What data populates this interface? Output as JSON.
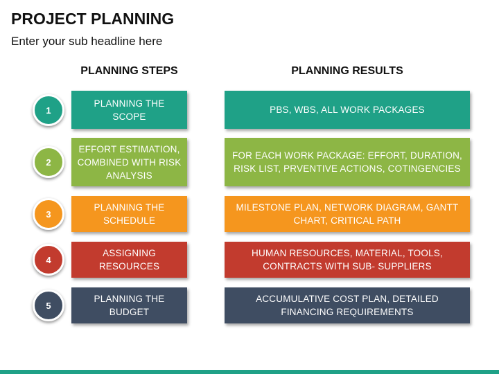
{
  "header": {
    "title": "PROJECT PLANNING",
    "subtitle": "Enter your sub headline here"
  },
  "columns": {
    "steps_heading": "PLANNING STEPS",
    "results_heading": "PLANNING RESULTS"
  },
  "rows": [
    {
      "number": "1",
      "step": "PLANNING THE SCOPE",
      "result": "PBS, WBS, ALL WORK PACKAGES",
      "color": "#1fa187"
    },
    {
      "number": "2",
      "step": "EFFORT ESTIMATION, COMBINED WITH RISK ANALYSIS",
      "result": "FOR EACH WORK PACKAGE: EFFORT, DURATION, RISK LIST, PRVENTIVE ACTIONS, COTINGENCIES",
      "color": "#8db645"
    },
    {
      "number": "3",
      "step": "PLANNING THE SCHEDULE",
      "result": "MILESTONE PLAN, NETWORK DIAGRAM, GANTT CHART, CRITICAL PATH",
      "color": "#f5961e"
    },
    {
      "number": "4",
      "step": "ASSIGNING RESOURCES",
      "result": "HUMAN RESOURCES, MATERIAL, TOOLS, CONTRACTS WITH SUB- SUPPLIERS",
      "color": "#c23b2e"
    },
    {
      "number": "5",
      "step": "PLANNING THE BUDGET",
      "result": "ACCUMULATIVE COST PLAN, DETAILED FINANCING REQUIREMENTS",
      "color": "#3f4d62"
    }
  ],
  "colors": {
    "footer_bar": "#1fa187"
  }
}
